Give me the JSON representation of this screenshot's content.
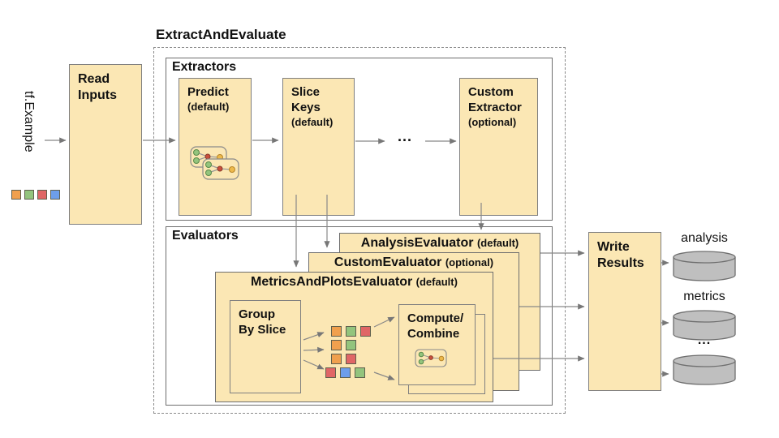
{
  "diagram": {
    "input": {
      "label": "tf.Example"
    },
    "read_inputs": {
      "title": "Read\nInputs"
    },
    "pipeline": {
      "title": "ExtractAndEvaluate"
    },
    "extractors": {
      "title": "Extractors",
      "ellipsis": "...",
      "items": [
        {
          "name": "Predict",
          "qualifier": "(default)"
        },
        {
          "name": "Slice\nKeys",
          "qualifier": "(default)"
        },
        {
          "name": "Custom\nExtractor",
          "qualifier": "(optional)"
        }
      ]
    },
    "evaluators": {
      "title": "Evaluators",
      "stack": [
        {
          "name": "AnalysisEvaluator",
          "qualifier": "(default)"
        },
        {
          "name": "CustomEvaluator",
          "qualifier": "(optional)"
        },
        {
          "name": "MetricsAndPlotsEvaluator",
          "qualifier": "(default)"
        }
      ],
      "group_by_slice": {
        "title": "Group\nBy Slice"
      },
      "compute_combine": {
        "title": "Compute/\nCombine"
      }
    },
    "write_results": {
      "title": "Write\nResults"
    },
    "outputs": [
      {
        "label": "analysis"
      },
      {
        "label": "metrics"
      },
      {
        "label": "..."
      }
    ]
  },
  "squares": {
    "input": [
      "orange",
      "green",
      "red",
      "blue"
    ],
    "grid": [
      [
        "orange",
        "green",
        "red"
      ],
      [
        "orange",
        "green"
      ],
      [
        "orange",
        "red"
      ],
      [
        "red",
        "blue",
        "green"
      ]
    ]
  },
  "colors": {
    "box_fill": "#FBE7B4",
    "orange": "#F0A04E",
    "green": "#93C47D",
    "red": "#E06666",
    "blue": "#6D9EEB",
    "cylinder_gray": "#BFBFBF",
    "arrow_gray": "#888888"
  }
}
